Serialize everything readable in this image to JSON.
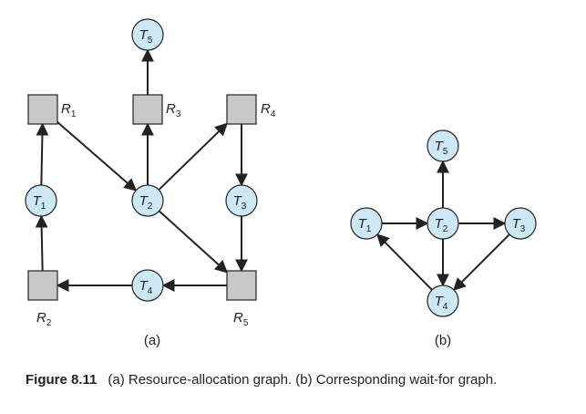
{
  "diagram_a": {
    "label": "(a)",
    "threads": [
      {
        "id": "T1",
        "name": "T",
        "sub": "1"
      },
      {
        "id": "T2",
        "name": "T",
        "sub": "2"
      },
      {
        "id": "T3",
        "name": "T",
        "sub": "3"
      },
      {
        "id": "T4",
        "name": "T",
        "sub": "4"
      },
      {
        "id": "T5",
        "name": "T",
        "sub": "5"
      }
    ],
    "resources": [
      {
        "id": "R1",
        "name": "R",
        "sub": "1"
      },
      {
        "id": "R2",
        "name": "R",
        "sub": "2"
      },
      {
        "id": "R3",
        "name": "R",
        "sub": "3"
      },
      {
        "id": "R4",
        "name": "R",
        "sub": "4"
      },
      {
        "id": "R5",
        "name": "R",
        "sub": "5"
      }
    ],
    "edges": [
      [
        "R1",
        "T2"
      ],
      [
        "T1",
        "R1"
      ],
      [
        "R2",
        "T1"
      ],
      [
        "R3",
        "T5"
      ],
      [
        "T2",
        "R3"
      ],
      [
        "T2",
        "R4"
      ],
      [
        "T2",
        "R5"
      ],
      [
        "R4",
        "T3"
      ],
      [
        "T3",
        "R5"
      ],
      [
        "R5",
        "T4"
      ],
      [
        "T4",
        "R2"
      ]
    ]
  },
  "diagram_b": {
    "label": "(b)",
    "threads": [
      {
        "id": "T1",
        "name": "T",
        "sub": "1"
      },
      {
        "id": "T2",
        "name": "T",
        "sub": "2"
      },
      {
        "id": "T3",
        "name": "T",
        "sub": "3"
      },
      {
        "id": "T4",
        "name": "T",
        "sub": "4"
      },
      {
        "id": "T5",
        "name": "T",
        "sub": "5"
      }
    ],
    "edges": [
      [
        "T1",
        "T2"
      ],
      [
        "T2",
        "T3"
      ],
      [
        "T2",
        "T5"
      ],
      [
        "T2",
        "T4"
      ],
      [
        "T3",
        "T4"
      ],
      [
        "T4",
        "T1"
      ]
    ]
  },
  "caption": {
    "figure": "Figure 8.11",
    "text": "(a) Resource-allocation graph. (b) Corresponding wait-for graph."
  },
  "colors": {
    "thread_fill": "#cce8f4",
    "resource_fill": "#c8c8c8",
    "stroke": "#222222"
  }
}
